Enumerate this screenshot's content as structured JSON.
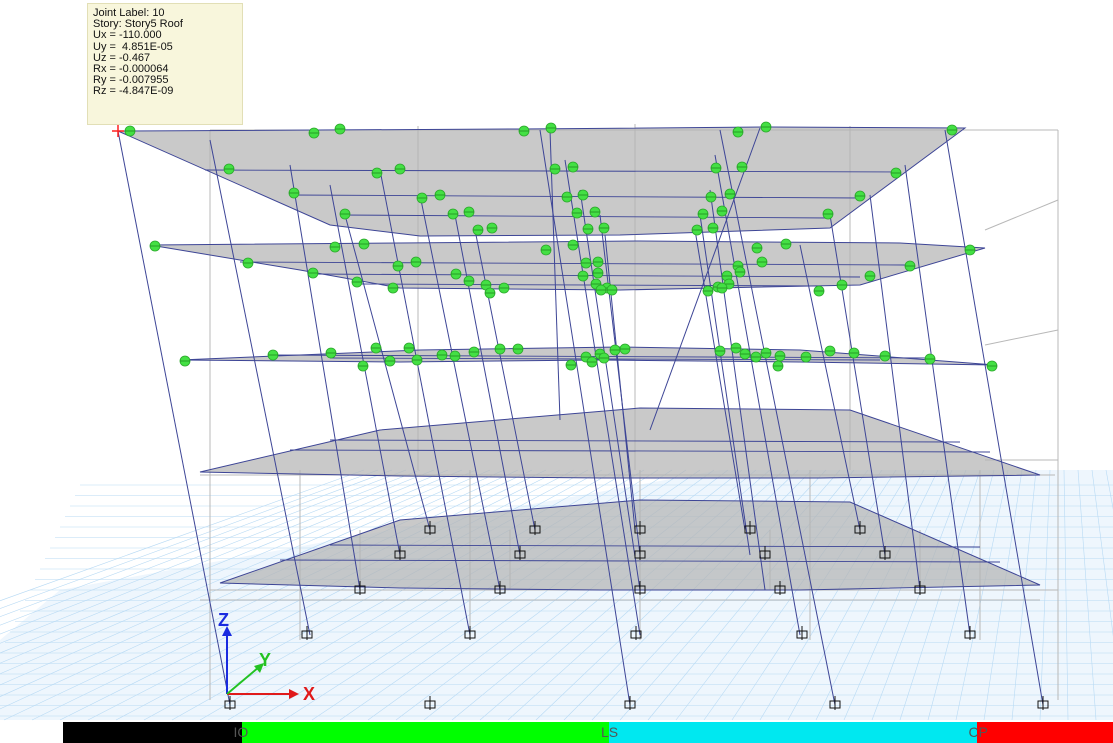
{
  "tooltip": {
    "joint_label": "Joint Label: 10",
    "story": "Story: Story5 Roof",
    "ux": "Ux = -110.000",
    "uy": "Uy =  4.851E-05",
    "uz": "Uz = -0.467",
    "rx": "Rx = -0.000064",
    "ry": "Ry = -0.007955",
    "rz": "Rz = -4.847E-09"
  },
  "axes": {
    "x": "X",
    "y": "Y",
    "z": "Z"
  },
  "legend": {
    "segments": [
      {
        "color": "#000000",
        "fraction": 0.17
      },
      {
        "color": "#00ff00",
        "fraction": 0.35,
        "label": "IO"
      },
      {
        "color": "#00e8f0",
        "fraction": 0.35,
        "label": "LS"
      },
      {
        "color": "#ff0000",
        "fraction": 0.13,
        "label": "CP"
      }
    ]
  },
  "colors": {
    "frame": "#3d4596",
    "undeformed": "#b8b8b8",
    "slab": "#b4b4b4",
    "hinge": "#44e044",
    "grid": "#b8daf4"
  }
}
